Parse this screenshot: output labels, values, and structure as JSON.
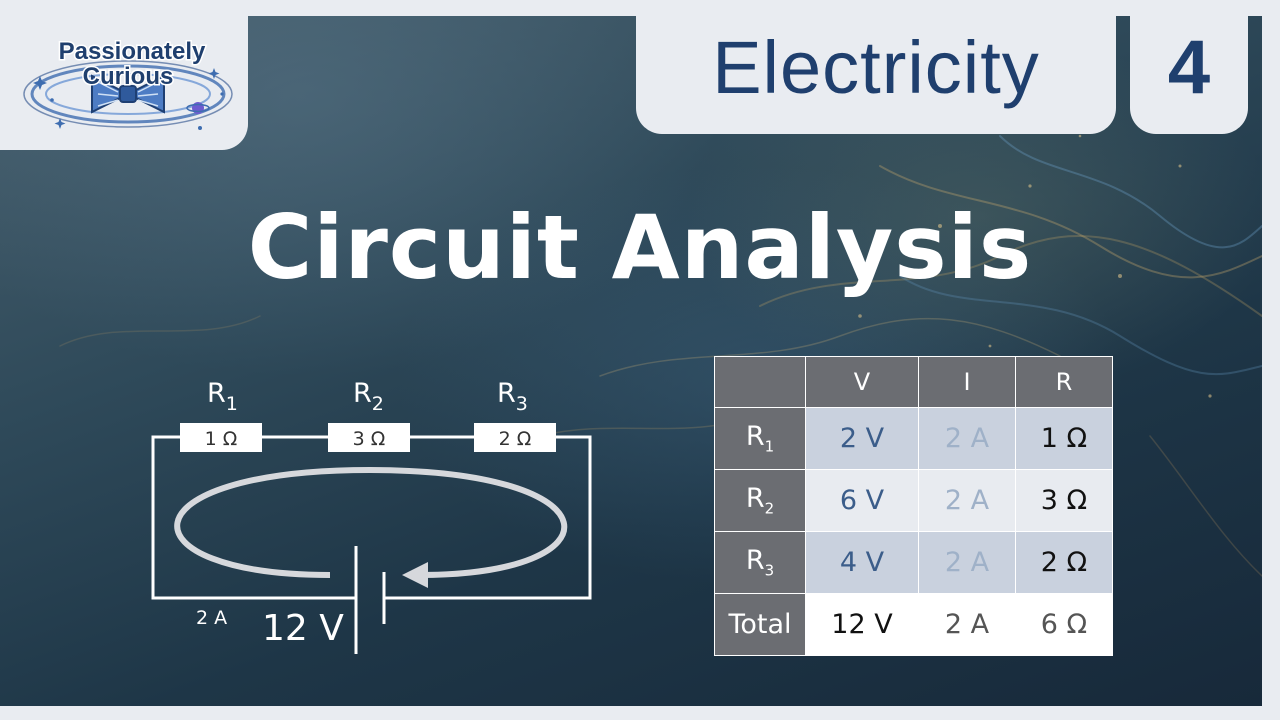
{
  "brand": {
    "line1": "Passionately",
    "line2": "Curious"
  },
  "topic": "Electricity",
  "episode_number": "4",
  "headline": "Circuit Analysis",
  "circuit": {
    "resistors": [
      {
        "label": "R",
        "sub": "1",
        "value": "1 Ω"
      },
      {
        "label": "R",
        "sub": "2",
        "value": "3 Ω"
      },
      {
        "label": "R",
        "sub": "3",
        "value": "2 Ω"
      }
    ],
    "current_label": "2 A",
    "battery_label": "12 V"
  },
  "results_table": {
    "headers": [
      "V",
      "I",
      "R"
    ],
    "rows": [
      {
        "label": "R",
        "sub": "1",
        "v": "2 V",
        "i": "2 A",
        "r": "1 Ω"
      },
      {
        "label": "R",
        "sub": "2",
        "v": "6 V",
        "i": "2 A",
        "r": "3 Ω"
      },
      {
        "label": "R",
        "sub": "3",
        "v": "4 V",
        "i": "2 A",
        "r": "2 Ω"
      }
    ],
    "total": {
      "label": "Total",
      "v": "12 V",
      "i": "2 A",
      "r": "6 Ω"
    }
  },
  "colors": {
    "brand_navy": "#1f3f6e",
    "card_bg": "#e9ecf1",
    "table_header": "#6b6d72",
    "voltage_text": "#3b5d8a",
    "current_text": "#9fb1c8"
  }
}
